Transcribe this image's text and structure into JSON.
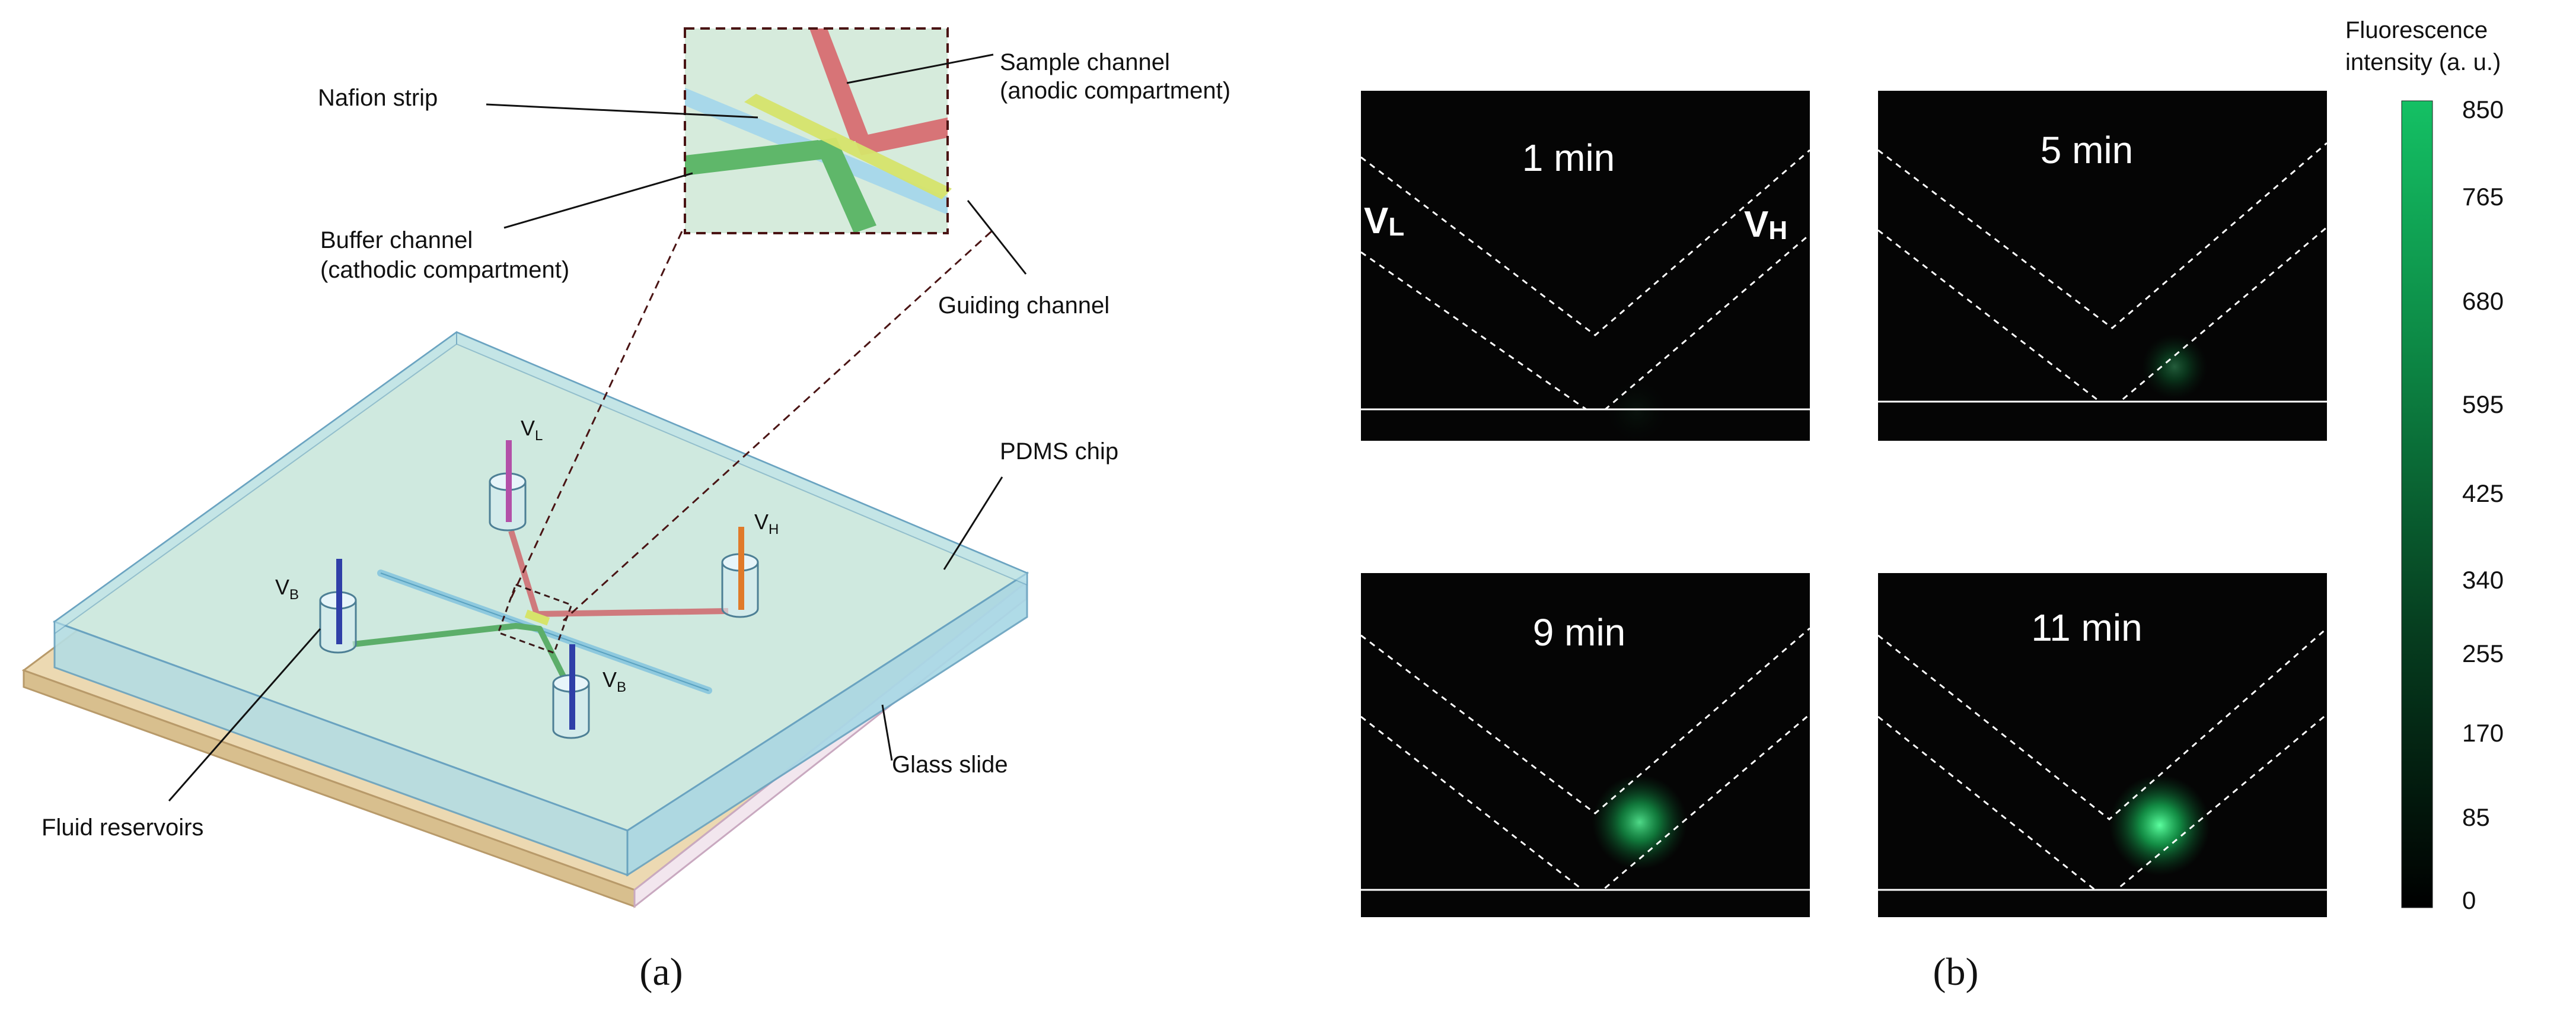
{
  "panel_a": {
    "label": "(a)",
    "zoom_labels": {
      "nafion": "Nafion strip",
      "sample_1": "Sample channel",
      "sample_2": "(anodic compartment)",
      "buffer_1": "Buffer channel",
      "buffer_2": "(cathodic compartment)",
      "guiding": "Guiding channel"
    },
    "chip_labels": {
      "pdms": "PDMS chip",
      "glass": "Glass slide",
      "reservoirs": "Fluid reservoirs"
    },
    "electrodes": {
      "vl": {
        "main": "V",
        "sub": "L"
      },
      "vh": {
        "main": "V",
        "sub": "H"
      },
      "vb1": {
        "main": "V",
        "sub": "B"
      },
      "vb2": {
        "main": "V",
        "sub": "B"
      }
    },
    "colors": {
      "sample": "#d77477",
      "buffer": "#5fb76a",
      "nafion": "#d6e46a",
      "guiding": "#a8d8ea",
      "chip_fill": "#cfe9df",
      "glass": "#ecd9b2"
    }
  },
  "panel_b": {
    "label": "(b)",
    "tiles": [
      {
        "time": "1 min",
        "show_v_labels": true,
        "glow": 0.05
      },
      {
        "time": "5 min",
        "show_v_labels": false,
        "glow": 0.35
      },
      {
        "time": "9 min",
        "show_v_labels": false,
        "glow": 0.85
      },
      {
        "time": "11 min",
        "show_v_labels": false,
        "glow": 1.0
      }
    ],
    "v_label_left": {
      "main": "V",
      "sub": "L"
    },
    "v_label_right": {
      "main": "V",
      "sub": "H"
    },
    "colorbar": {
      "title_1": "Fluorescence",
      "title_2": "intensity (a. u.)",
      "ticks": [
        "850",
        "765",
        "680",
        "595",
        "425",
        "340",
        "255",
        "170",
        "85",
        "0"
      ],
      "color_low": "#000000",
      "color_high": "#12b25c"
    }
  }
}
